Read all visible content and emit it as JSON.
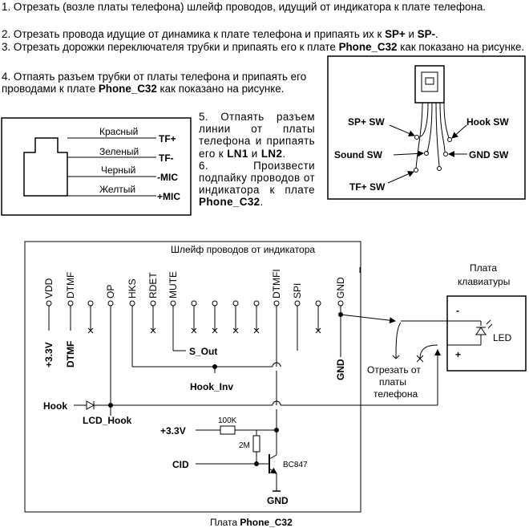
{
  "instructions": {
    "step1": "1. Отрезать (возле платы телефона) шлейф проводов, идущий от индикатора к плате телефона.",
    "step2_text": "2. Отрезать провода идущие от динамика к плате телефона и припаять их к ",
    "step2_sp_plus": "SP+",
    "step2_and": " и ",
    "step2_sp_minus": "SP-",
    "step2_end": ".",
    "step3_text": "3. Отрезать дорожки переключателя трубки и припаять его к плате ",
    "step3_board": "Phone_C32",
    "step3_end": " как показано на рисунке.",
    "step4_text": "4. Отпаять разъем трубки от платы телефона и припаять его проводами к плате ",
    "step4_board": "Phone_C32",
    "step4_end": " как показано на рисунке.",
    "step5_text": "5. Отпаять разъем линии от платы телефона и припаять его к ",
    "step5_ln1": "LN1",
    "step5_and": " и ",
    "step5_ln2": "LN2",
    "step5_end": ".",
    "step6_text": "6. Произвести подпайку проводов от индикатора к плате ",
    "step6_board": "Phone_C32",
    "step6_end": "."
  },
  "connector": {
    "wires": [
      {
        "color_name": "Красный",
        "signal": "TF+"
      },
      {
        "color_name": "Зеленый",
        "signal": "TF-"
      },
      {
        "color_name": "Черный",
        "signal": "-MIC"
      },
      {
        "color_name": "Желтый",
        "signal": "+MIC"
      }
    ]
  },
  "switch": {
    "labels": {
      "sp_plus": "SP+ SW",
      "sound": "Sound SW",
      "tf_plus": "TF+ SW",
      "hook": "Hook SW",
      "gnd": "GND SW"
    }
  },
  "schematic": {
    "title": "Шлейф проводов от индикатора",
    "pins": [
      "VDD",
      "DTMF",
      "OP",
      "HKS",
      "RDET",
      "MUTE",
      "DTMFI",
      "SPI",
      "GND"
    ],
    "vdd_net": "+3.3V",
    "dtmf_net": "DTMF",
    "gnd_net": "GND",
    "s_out": "S_Out",
    "hook_inv": "Hook_Inv",
    "hook": "Hook",
    "lcd_hook": "LCD_Hook",
    "supply": "+3.3V",
    "r1": "100K",
    "r2": "2M",
    "cid": "CID",
    "transistor": "BC847",
    "gnd_bottom": "GND",
    "cut_note": [
      "Отрезать от",
      "платы",
      "телефона"
    ],
    "caption_prefix": "Плата ",
    "caption_board": "Phone_C32"
  },
  "keyboard": {
    "title": [
      "Плата",
      "клавиатуры"
    ],
    "minus": "-",
    "plus": "+",
    "led": "LED"
  }
}
